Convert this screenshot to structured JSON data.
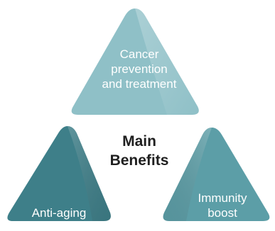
{
  "diagram": {
    "center": {
      "line1": "Main",
      "line2": "Benefits"
    },
    "benefits": [
      {
        "line1": "Cancer",
        "line2": "prevention",
        "line3": "and treatment",
        "color": "#8fc0c7"
      },
      {
        "line1": "Anti-aging",
        "color": "#3e7f89"
      },
      {
        "line1": "Immunity",
        "line2": "boost",
        "color": "#5c9ea7"
      }
    ]
  }
}
